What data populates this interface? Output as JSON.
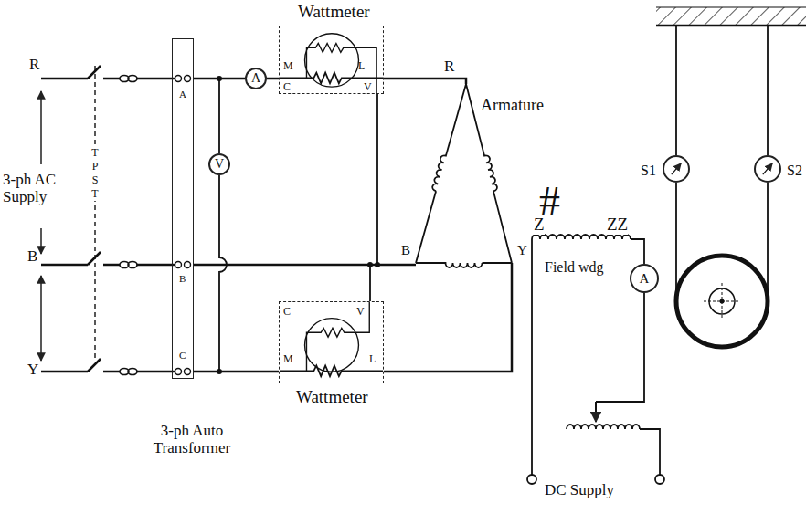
{
  "diagram": {
    "nodes": [
      {
        "text": [
          "Wattmeter",
          "M",
          "L",
          "C",
          "V"
        ]
      },
      {
        "text": [
          "A"
        ]
      },
      {
        "text": [
          "V"
        ]
      },
      {
        "text": [
          "A",
          "B",
          "C",
          "3-ph Auto Transformer"
        ]
      },
      {
        "text": [
          "C",
          "V",
          "M",
          "L",
          "Wattmeter"
        ]
      },
      {
        "text": [
          "A"
        ]
      },
      {
        "text": [
          "S1"
        ]
      },
      {
        "text": [
          "S2"
        ]
      }
    ],
    "edges": [
      {
        "from": 3,
        "to": 1,
        "arrow": "none"
      },
      {
        "from": 1,
        "to": 0,
        "arrow": "none"
      },
      {
        "from": 3,
        "to": 4,
        "arrow": "none"
      }
    ],
    "labels": [
      "R",
      "B",
      "Y",
      "3-ph AC Supply",
      "T P S T",
      "R",
      "Armature",
      "B",
      "Y",
      "#",
      "Z",
      "ZZ",
      "Field wdg",
      "DC Supply"
    ]
  }
}
